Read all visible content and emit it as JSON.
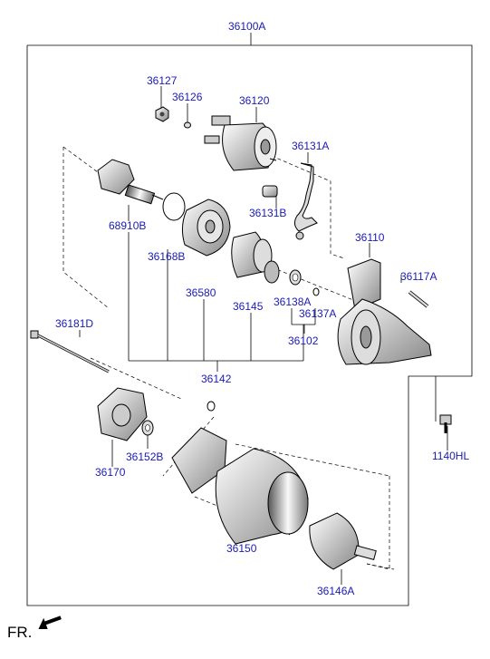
{
  "labels": {
    "assembly": "36100A",
    "p36127": "36127",
    "p36126": "36126",
    "p36120": "36120",
    "p36131A": "36131A",
    "p68910B": "68910B",
    "p36131B": "36131B",
    "p36110": "36110",
    "p36168B": "36168B",
    "p36117A": "36117A",
    "p36580": "36580",
    "p36145": "36145",
    "p36138A": "36138A",
    "p36137A": "36137A",
    "p36181D": "36181D",
    "p36102": "36102",
    "p36142": "36142",
    "p1140HL": "1140HL",
    "p36152B": "36152B",
    "p36170": "36170",
    "p36150": "36150",
    "p36146A": "36146A"
  },
  "orientation": {
    "text": "FR.",
    "icon": "arrow-icon"
  },
  "colors": {
    "label": "#1a1ab4",
    "line": "#000000",
    "background": "#ffffff"
  }
}
